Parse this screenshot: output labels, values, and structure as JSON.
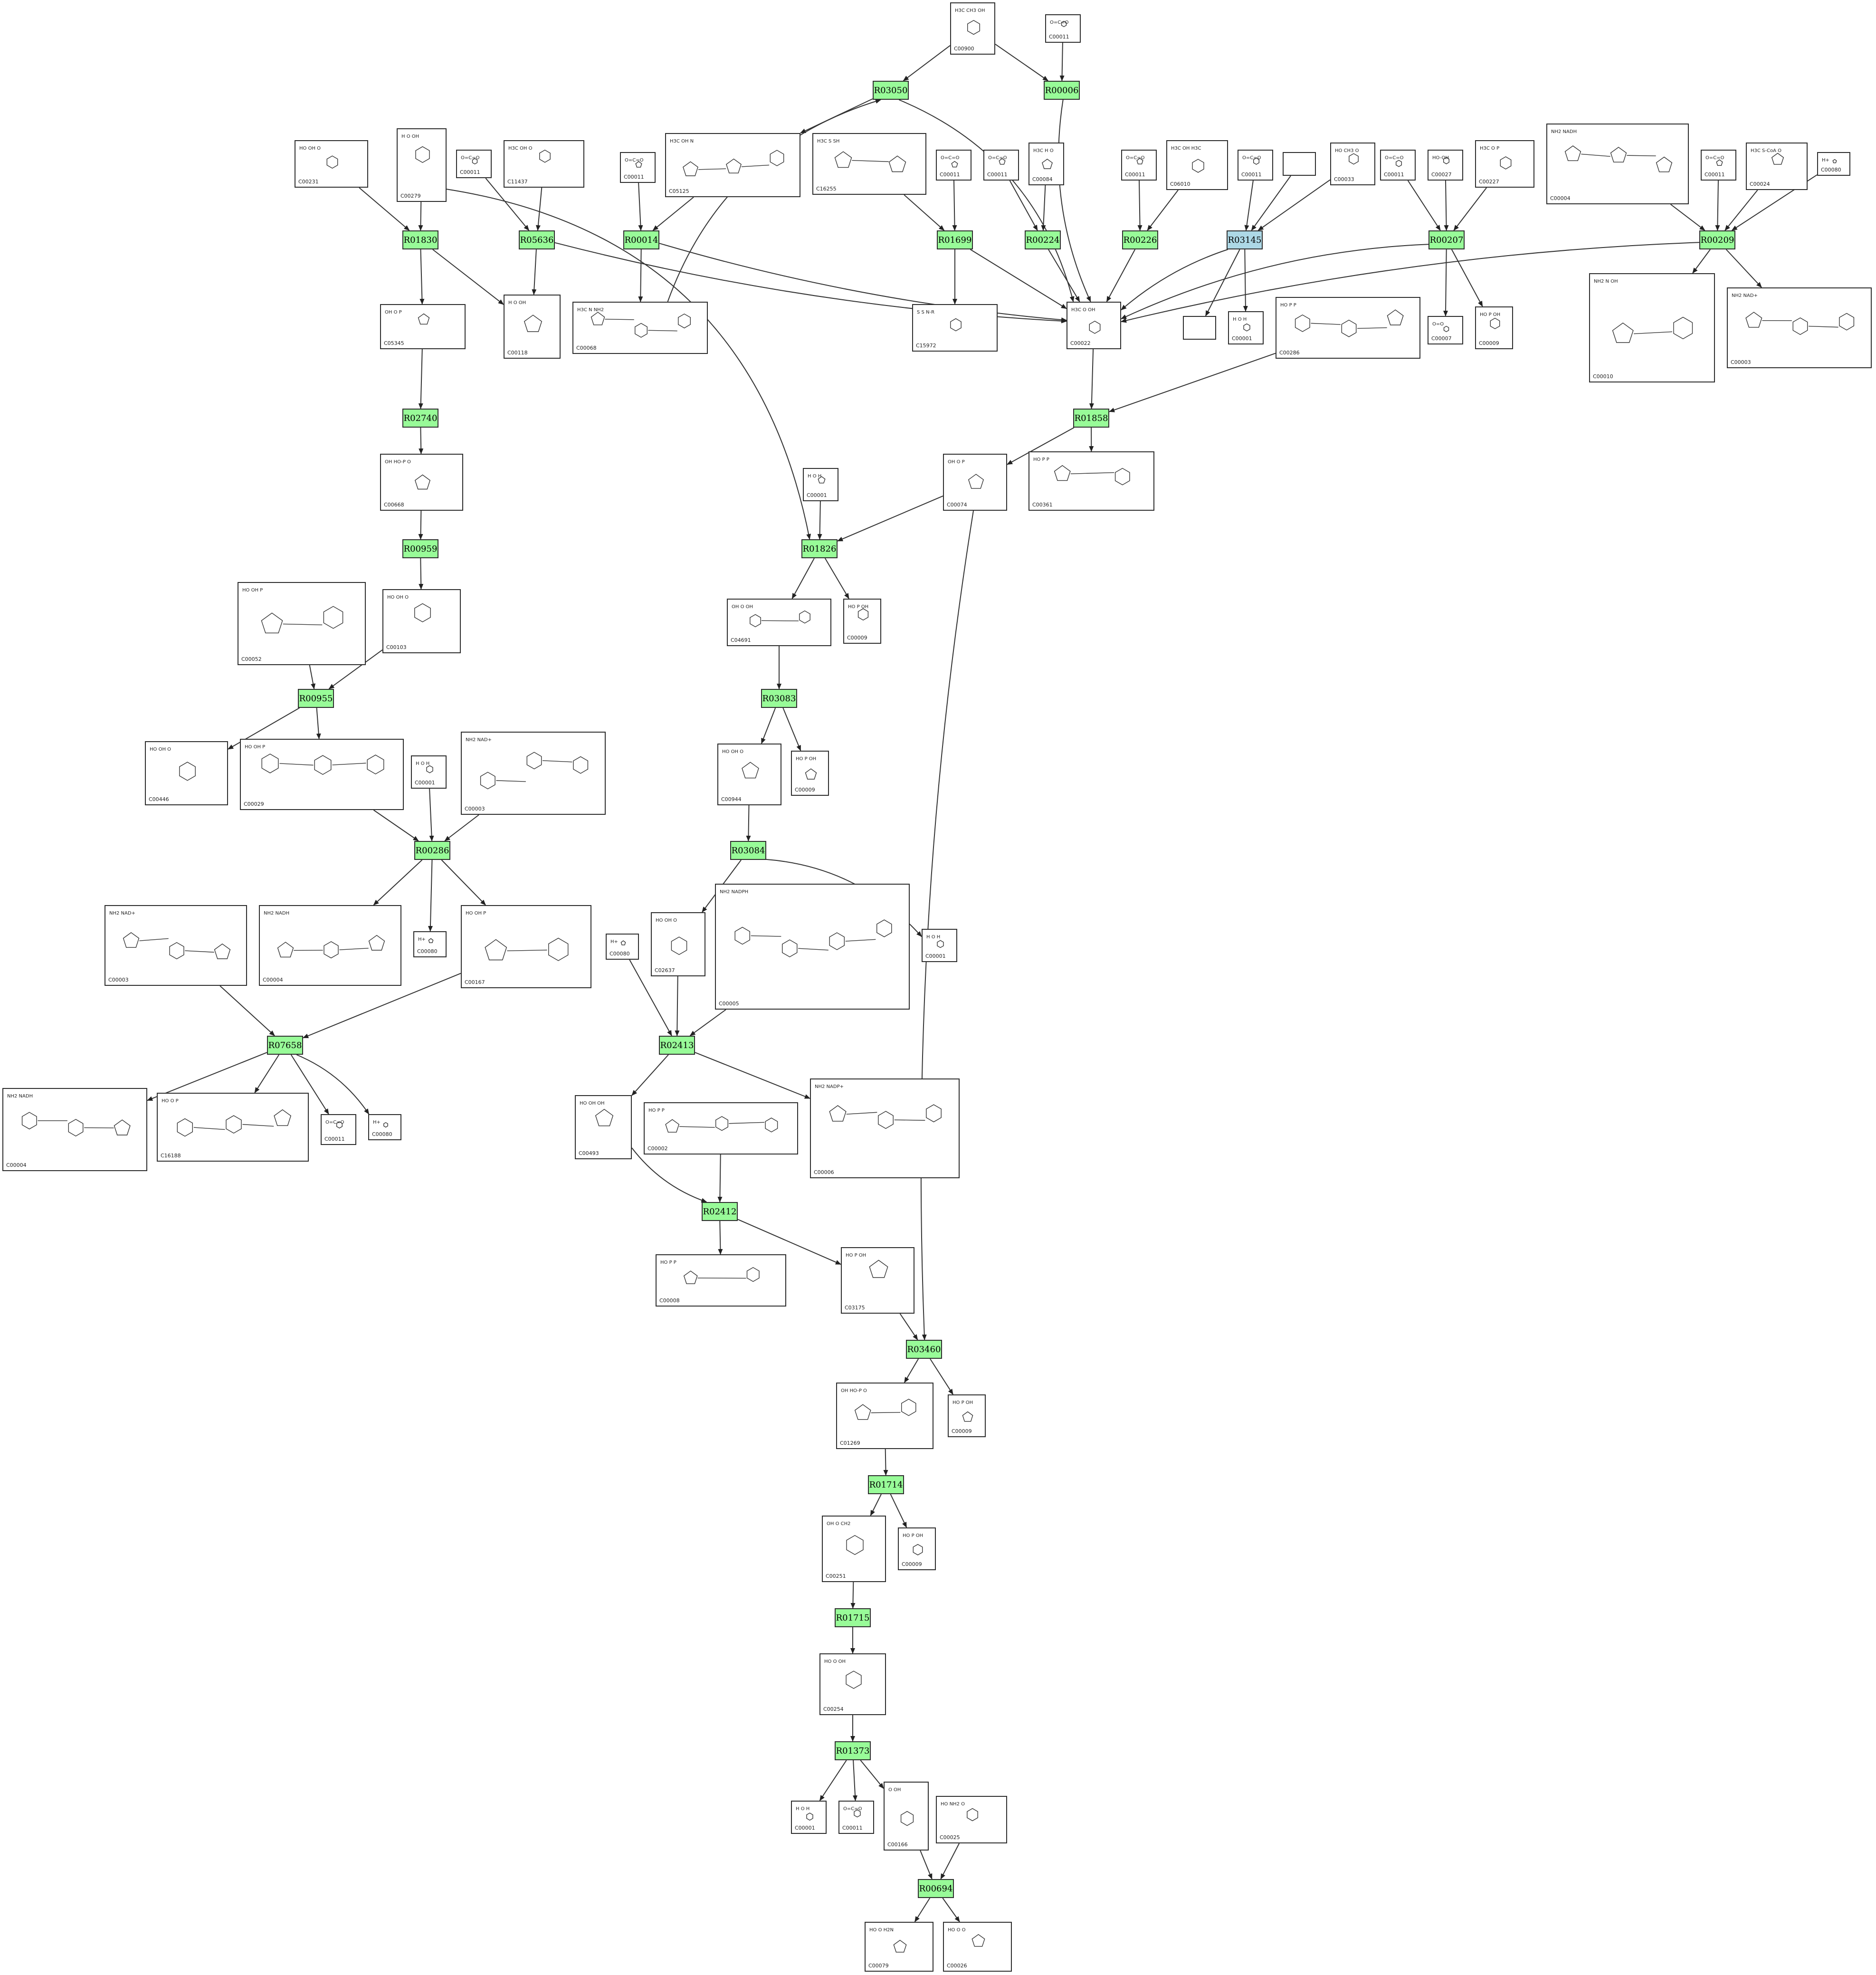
{
  "reactions": [
    {
      "id": "r03050",
      "label": "R03050",
      "color": "green"
    },
    {
      "id": "r00006",
      "label": "R00006",
      "color": "green"
    },
    {
      "id": "r01830",
      "label": "R01830",
      "color": "green"
    },
    {
      "id": "r05636",
      "label": "R05636",
      "color": "green"
    },
    {
      "id": "r00014",
      "label": "R00014",
      "color": "green"
    },
    {
      "id": "r01699",
      "label": "R01699",
      "color": "green"
    },
    {
      "id": "r00224",
      "label": "R00224",
      "color": "green"
    },
    {
      "id": "r00226",
      "label": "R00226",
      "color": "green"
    },
    {
      "id": "r03145",
      "label": "R03145",
      "color": "blue"
    },
    {
      "id": "r00207",
      "label": "R00207",
      "color": "green"
    },
    {
      "id": "r00209",
      "label": "R00209",
      "color": "green"
    },
    {
      "id": "r02740",
      "label": "R02740",
      "color": "green"
    },
    {
      "id": "r01858",
      "label": "R01858",
      "color": "green"
    },
    {
      "id": "r00959",
      "label": "R00959",
      "color": "green"
    },
    {
      "id": "r01826",
      "label": "R01826",
      "color": "green"
    },
    {
      "id": "r00955",
      "label": "R00955",
      "color": "green"
    },
    {
      "id": "r03083",
      "label": "R03083",
      "color": "green"
    },
    {
      "id": "r00286",
      "label": "R00286",
      "color": "green"
    },
    {
      "id": "r03084",
      "label": "R03084",
      "color": "green"
    },
    {
      "id": "r07658",
      "label": "R07658",
      "color": "green"
    },
    {
      "id": "r02413",
      "label": "R02413",
      "color": "green"
    },
    {
      "id": "r02412",
      "label": "R02412",
      "color": "green"
    },
    {
      "id": "r03460",
      "label": "R03460",
      "color": "green"
    },
    {
      "id": "r01714",
      "label": "R01714",
      "color": "green"
    },
    {
      "id": "r01715",
      "label": "R01715",
      "color": "green"
    },
    {
      "id": "r01373",
      "label": "R01373",
      "color": "green"
    },
    {
      "id": "r00694",
      "label": "R00694",
      "color": "green"
    }
  ],
  "compounds": [
    {
      "id": "c00900",
      "label": "C00900",
      "structure": "H3C CH3 OH / O HO O"
    },
    {
      "id": "c00011_a",
      "label": "C00011",
      "structure": "O=C=O"
    },
    {
      "id": "c00231",
      "label": "C00231",
      "structure": "HO OH O HO-P=O OH"
    },
    {
      "id": "c00279",
      "label": "C00279",
      "structure": "H O OH OH O-P=O OH"
    },
    {
      "id": "c00011_b",
      "label": "C00011",
      "structure": "O=C=O"
    },
    {
      "id": "c11437",
      "label": "C11437",
      "structure": "H3C OH O OH P"
    },
    {
      "id": "c00011_c",
      "label": "C00011",
      "structure": "O=C=O"
    },
    {
      "id": "c05125",
      "label": "C05125",
      "structure": "H3C OH N S O P P"
    },
    {
      "id": "c16255",
      "label": "C16255",
      "structure": "H3C S SH N-R O"
    },
    {
      "id": "c00011_d",
      "label": "C00011",
      "structure": "O=C=O"
    },
    {
      "id": "c00011_e",
      "label": "C00011",
      "structure": "O=C=O"
    },
    {
      "id": "c00084",
      "label": "C00084",
      "structure": "H3C H O"
    },
    {
      "id": "c00011_f",
      "label": "C00011",
      "structure": "O=C=O"
    },
    {
      "id": "c06010",
      "label": "C06010",
      "structure": "H3C OH H3C O"
    },
    {
      "id": "c00011_g",
      "label": "C00011",
      "structure": "O=C=O"
    },
    {
      "id": "c_blank_top",
      "label": "",
      "structure": ""
    },
    {
      "id": "c00033",
      "label": "C00033",
      "structure": "HO CH3 O"
    },
    {
      "id": "c00011_h",
      "label": "C00011",
      "structure": "O=C=O"
    },
    {
      "id": "c00027",
      "label": "C00027",
      "structure": "HO-OH"
    },
    {
      "id": "c00227",
      "label": "C00227",
      "structure": "H3C O P OH"
    },
    {
      "id": "c00004_top",
      "label": "C00004",
      "structure": "NH2 NADH"
    },
    {
      "id": "c00011_i",
      "label": "C00011",
      "structure": "O=C=O"
    },
    {
      "id": "c00024",
      "label": "C00024",
      "structure": "H3C S-CoA O"
    },
    {
      "id": "c00080_top",
      "label": "C00080",
      "structure": "H+"
    },
    {
      "id": "c05345",
      "label": "C05345",
      "structure": "OH O P OH"
    },
    {
      "id": "c00118",
      "label": "C00118",
      "structure": "H O OH O P OH"
    },
    {
      "id": "c00068",
      "label": "C00068",
      "structure": "H3C N NH2 S CH3 P P"
    },
    {
      "id": "c15972",
      "label": "C15972",
      "structure": "S S N-R O"
    },
    {
      "id": "c00022",
      "label": "C00022",
      "structure": "H3C O OH"
    },
    {
      "id": "c_blank_mid",
      "label": "",
      "structure": ""
    },
    {
      "id": "c00001_a",
      "label": "C00001",
      "structure": "H O H"
    },
    {
      "id": "c00286",
      "label": "C00286",
      "structure": "HO P P P O N NH2"
    },
    {
      "id": "c00007",
      "label": "C00007",
      "structure": "O=O"
    },
    {
      "id": "c00009_a",
      "label": "C00009",
      "structure": "HO P OH OH"
    },
    {
      "id": "c00010",
      "label": "C00010",
      "structure": "NH2 N OH CoA SH"
    },
    {
      "id": "c00003_top",
      "label": "C00003",
      "structure": "NH2 NAD+"
    },
    {
      "id": "c00668",
      "label": "C00668",
      "structure": "OH HO-P O OH OH"
    },
    {
      "id": "c00001_b",
      "label": "C00001",
      "structure": "H O H"
    },
    {
      "id": "c00074",
      "label": "C00074",
      "structure": "OH O P OH H3C"
    },
    {
      "id": "c00361",
      "label": "C00361",
      "structure": "HO P P O N NH2"
    },
    {
      "id": "c00052",
      "label": "C00052",
      "structure": "HO OH P P O NH O"
    },
    {
      "id": "c00103",
      "label": "C00103",
      "structure": "HO OH O P OH"
    },
    {
      "id": "c04691",
      "label": "C04691",
      "structure": "OH O OH OH P"
    },
    {
      "id": "c00009_b",
      "label": "C00009",
      "structure": "HO P OH OH"
    },
    {
      "id": "c00446",
      "label": "C00446",
      "structure": "HO OH O P OH"
    },
    {
      "id": "c00029",
      "label": "C00029",
      "structure": "HO OH P P O NH O"
    },
    {
      "id": "c00001_c",
      "label": "C00001",
      "structure": "H O H"
    },
    {
      "id": "c00003_mid",
      "label": "C00003",
      "structure": "NH2 NAD+"
    },
    {
      "id": "c00944",
      "label": "C00944",
      "structure": "HO OH O OH"
    },
    {
      "id": "c00009_c",
      "label": "C00009",
      "structure": "HO P OH OH"
    },
    {
      "id": "c00003_low",
      "label": "C00003",
      "structure": "NH2 NAD+"
    },
    {
      "id": "c00004_low",
      "label": "C00004",
      "structure": "NH2 NADH"
    },
    {
      "id": "c00080_mid",
      "label": "C00080",
      "structure": "H+"
    },
    {
      "id": "c00167",
      "label": "C00167",
      "structure": "HO OH P P O NH O"
    },
    {
      "id": "c00080_b",
      "label": "C00080",
      "structure": "H+"
    },
    {
      "id": "c02637",
      "label": "C02637",
      "structure": "HO OH O OH"
    },
    {
      "id": "c00005",
      "label": "C00005",
      "structure": "NH2 NADPH"
    },
    {
      "id": "c00001_d",
      "label": "C00001",
      "structure": "H O H"
    },
    {
      "id": "c00004_bottom",
      "label": "C00004",
      "structure": "NH2 NADH"
    },
    {
      "id": "c16188",
      "label": "C16188",
      "structure": "HO O P P O NH"
    },
    {
      "id": "c00011_j",
      "label": "C00011",
      "structure": "O=C=O"
    },
    {
      "id": "c00080_c",
      "label": "C00080",
      "structure": "H+"
    },
    {
      "id": "c00493",
      "label": "C00493",
      "structure": "HO OH OH O"
    },
    {
      "id": "c00002",
      "label": "C00002",
      "structure": "HO P P P O N NH2"
    },
    {
      "id": "c00006",
      "label": "C00006",
      "structure": "NH2 NADP+"
    },
    {
      "id": "c00008",
      "label": "C00008",
      "structure": "HO P P O N NH2"
    },
    {
      "id": "c03175",
      "label": "C03175",
      "structure": "HO P OH O OH"
    },
    {
      "id": "c01269",
      "label": "C01269",
      "structure": "OH HO-P O CH2 OH"
    },
    {
      "id": "c00009_d",
      "label": "C00009",
      "structure": "HO P OH OH"
    },
    {
      "id": "c00251",
      "label": "C00251",
      "structure": "OH O CH2 OH"
    },
    {
      "id": "c00009_e",
      "label": "C00009",
      "structure": "HO P OH OH"
    },
    {
      "id": "c00254",
      "label": "C00254",
      "structure": "HO O OH O"
    },
    {
      "id": "c00001_e",
      "label": "C00001",
      "structure": "H O H"
    },
    {
      "id": "c00011_k",
      "label": "C00011",
      "structure": "O=C=O"
    },
    {
      "id": "c00166",
      "label": "C00166",
      "structure": "O OH"
    },
    {
      "id": "c00025",
      "label": "C00025",
      "structure": "HO NH2 O OH"
    },
    {
      "id": "c00079",
      "label": "C00079",
      "structure": "HO O H2N"
    },
    {
      "id": "c00026",
      "label": "C00026",
      "structure": "HO O O OH"
    }
  ]
}
